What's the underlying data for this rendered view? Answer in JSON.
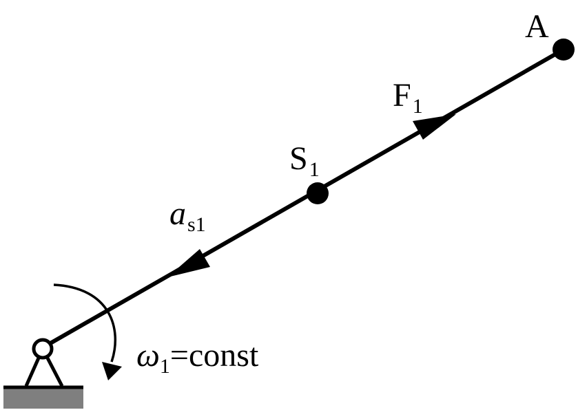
{
  "labels": {
    "point_a": "A",
    "force": {
      "main": "F",
      "sub": "1"
    },
    "center": {
      "main": "S",
      "sub": "1"
    },
    "acceleration": {
      "main": "a",
      "sub": "s1"
    },
    "omega": {
      "symbol": "ω",
      "sub": "1",
      "rest": "=const"
    }
  },
  "colors": {
    "ink": "#000000",
    "ground": "#7f7f7f",
    "background": "#ffffff"
  }
}
